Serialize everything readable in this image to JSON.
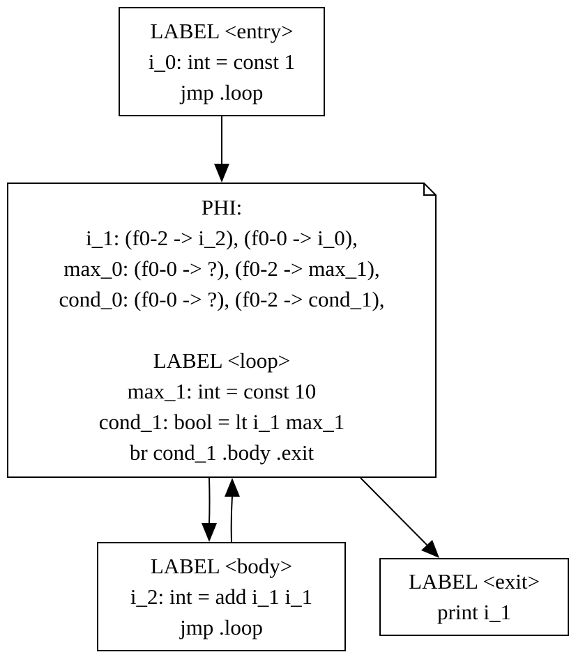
{
  "nodes": {
    "entry": {
      "lines": [
        "LABEL <entry>",
        "i_0: int = const 1",
        "jmp .loop"
      ]
    },
    "loop": {
      "phi_lines": [
        "PHI:",
        "i_1: (f0-2 -> i_2), (f0-0 -> i_0),",
        "max_0: (f0-0 -> ?), (f0-2 -> max_1),",
        "cond_0: (f0-0 -> ?), (f0-2 -> cond_1),"
      ],
      "lines": [
        "LABEL <loop>",
        "max_1: int = const 10",
        "cond_1: bool = lt i_1 max_1",
        "br cond_1 .body .exit"
      ]
    },
    "body": {
      "lines": [
        "LABEL <body>",
        "i_2: int = add i_1 i_1",
        "jmp .loop"
      ]
    },
    "exit": {
      "lines": [
        "LABEL <exit>",
        "print i_1"
      ]
    }
  },
  "edges": [
    {
      "from": "entry",
      "to": "loop"
    },
    {
      "from": "loop",
      "to": "body"
    },
    {
      "from": "body",
      "to": "loop"
    },
    {
      "from": "loop",
      "to": "exit"
    }
  ]
}
